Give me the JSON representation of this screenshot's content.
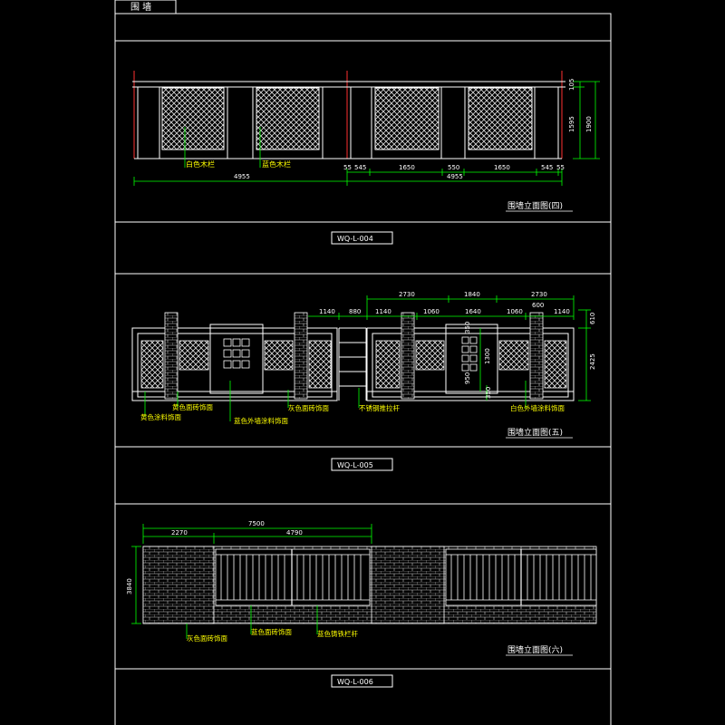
{
  "sheet": {
    "tab_title": "围 墙"
  },
  "colors": {
    "background": "#000000",
    "frame": "#ffffff",
    "dimension": "#00ff00",
    "annotation": "#ffff00",
    "accent_red": "#ff3030"
  },
  "section4": {
    "title": "围墙立面图(四)",
    "code": "WQ-L-004",
    "labels": [
      "白色木栏",
      "蓝色木栏"
    ],
    "dims_top": [
      "55",
      "545",
      "1650",
      "550",
      "1650",
      "545",
      "55"
    ],
    "dims_total": [
      "4955",
      "4955"
    ],
    "dims_side": [
      "105",
      "1595",
      "1900"
    ]
  },
  "section5": {
    "title": "围墙立面图(五)",
    "code": "WQ-L-005",
    "labels": [
      "黄色面砖饰面",
      "黄色涂料饰面",
      "蓝色外墙涂料饰面",
      "灰色面砖饰面",
      "不锈钢推拉杆",
      "白色外墙涂料饰面"
    ],
    "dims_top": [
      "2730",
      "1840",
      "2730",
      "1140",
      "880",
      "1140",
      "1060",
      "1640",
      "1060",
      "1140",
      "600"
    ],
    "dims_side": [
      "610",
      "2425",
      "350",
      "1300",
      "950",
      "350"
    ]
  },
  "section6": {
    "title": "围墙立面图(六)",
    "code": "WQ-L-006",
    "labels": [
      "灰色面砖饰面",
      "蓝色面砖饰面",
      "蓝色铸铁栏杆"
    ],
    "dims_top": [
      "7500",
      "2270",
      "4790"
    ],
    "dims_side": [
      "3840"
    ]
  }
}
